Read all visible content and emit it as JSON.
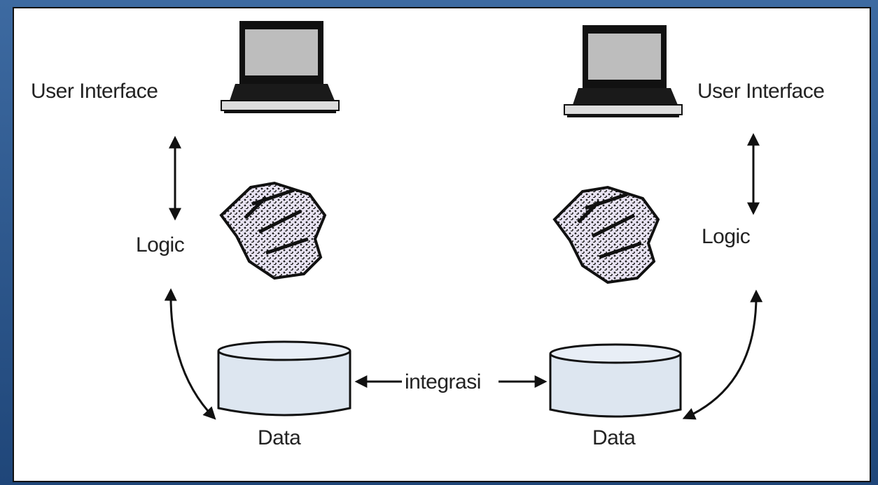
{
  "diagram": {
    "left": {
      "ui_label": "User Interface",
      "logic_label": "Logic",
      "data_label": "Data"
    },
    "right": {
      "ui_label": "User Interface",
      "logic_label": "Logic",
      "data_label": "Data"
    },
    "link_label": "integrasi"
  },
  "colors": {
    "frame": "#1f4679",
    "panel": "#ffffff",
    "cylinder_fill": "#dde6f0",
    "laptop_screen": "#bdbdbd",
    "ink": "#111111"
  },
  "icons": [
    "laptop-icon",
    "logic-scribble-icon",
    "database-cylinder-icon"
  ]
}
